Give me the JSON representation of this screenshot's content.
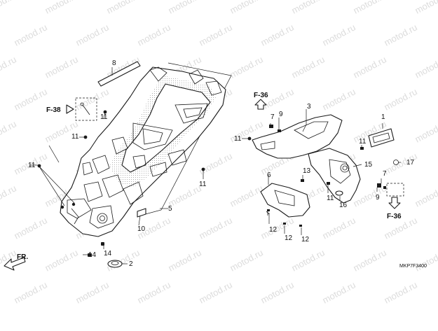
{
  "watermark": {
    "text": "motod.ru"
  },
  "diagram_code": "MKP7F3400",
  "front_indicator": "FR.",
  "references": [
    "F-38",
    "F-36",
    "F-36"
  ],
  "callouts": [
    "8",
    "11",
    "11",
    "11",
    "11",
    "14",
    "14",
    "2",
    "10",
    "5",
    "3",
    "9",
    "11",
    "7",
    "13",
    "6",
    "15",
    "16",
    "11",
    "1",
    "11",
    "17",
    "7",
    "9",
    "12",
    "12",
    "12"
  ],
  "colors": {
    "line": "#1a1a1a",
    "background": "#ffffff",
    "watermark": "#dcdcdc"
  },
  "icons": [
    "arrow-up-icon",
    "arrow-down-icon",
    "arrow-left-icon",
    "front-arrow-icon"
  ]
}
